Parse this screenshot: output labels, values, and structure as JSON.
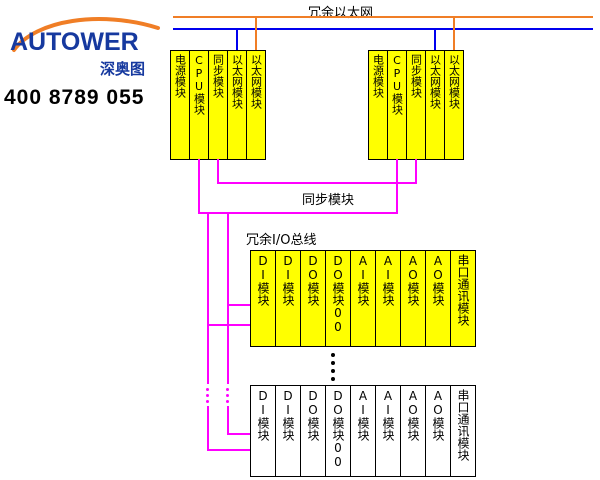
{
  "brand": {
    "name": "AUTOWER",
    "subtitle": "深奥图",
    "phone": "400 8789 055"
  },
  "diagram": {
    "ethernet_bus_label": "冗余以太网",
    "sync_link_label": "同步模块",
    "io_bus_label": "冗余I/O总线"
  },
  "controller_rack_a": {
    "modules": [
      "电源模块",
      "CPU模块",
      "同步模块",
      "以太网模块",
      "以太网模块"
    ]
  },
  "controller_rack_b": {
    "modules": [
      "电源模块",
      "CPU模块",
      "同步模块",
      "以太网模块",
      "以太网模块"
    ]
  },
  "io_rack_top": {
    "modules": [
      "DI模块",
      "DI模块",
      "DO模块",
      "DO模块00",
      "AI模块",
      "AI模块",
      "AO模块",
      "AO模块",
      "串口通讯模块"
    ]
  },
  "io_rack_bottom": {
    "modules": [
      "DI模块",
      "DI模块",
      "DO模块",
      "DO模块00",
      "AI模块",
      "AI模块",
      "AO模块",
      "AO模块",
      "串口通讯模块"
    ]
  },
  "colors": {
    "module_yellow": "#FFFF00",
    "bus_magenta": "#FF00FF",
    "ethernet_orange": "#F07E26",
    "ethernet_blue": "#0000EE",
    "brand_blue": "#16399F"
  }
}
